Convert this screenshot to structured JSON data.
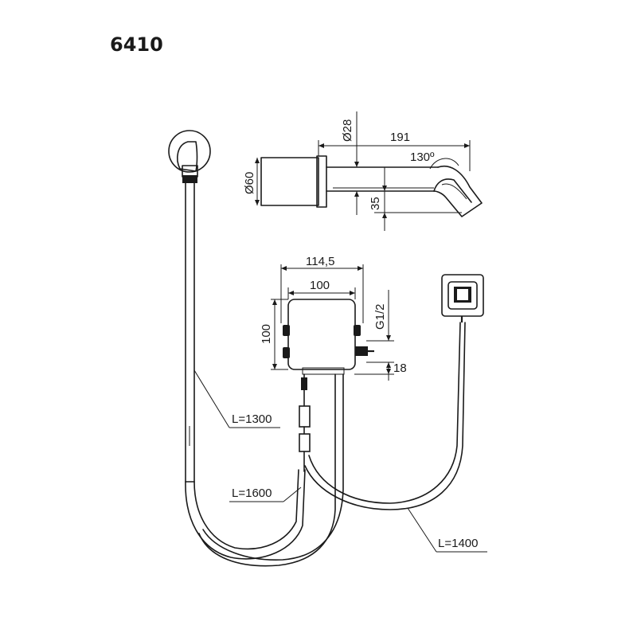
{
  "model": "6410",
  "dimensions": {
    "dia28": "Ø28",
    "len191": "191",
    "angle130": "130º",
    "dia60": "Ø60",
    "h35": "35",
    "w114": "114,5",
    "w100": "100",
    "h100": "100",
    "g12": "G1/2",
    "d18": "18"
  },
  "cables": {
    "l1300": "L=1300",
    "l1600": "L=1600",
    "l1400": "L=1400"
  }
}
